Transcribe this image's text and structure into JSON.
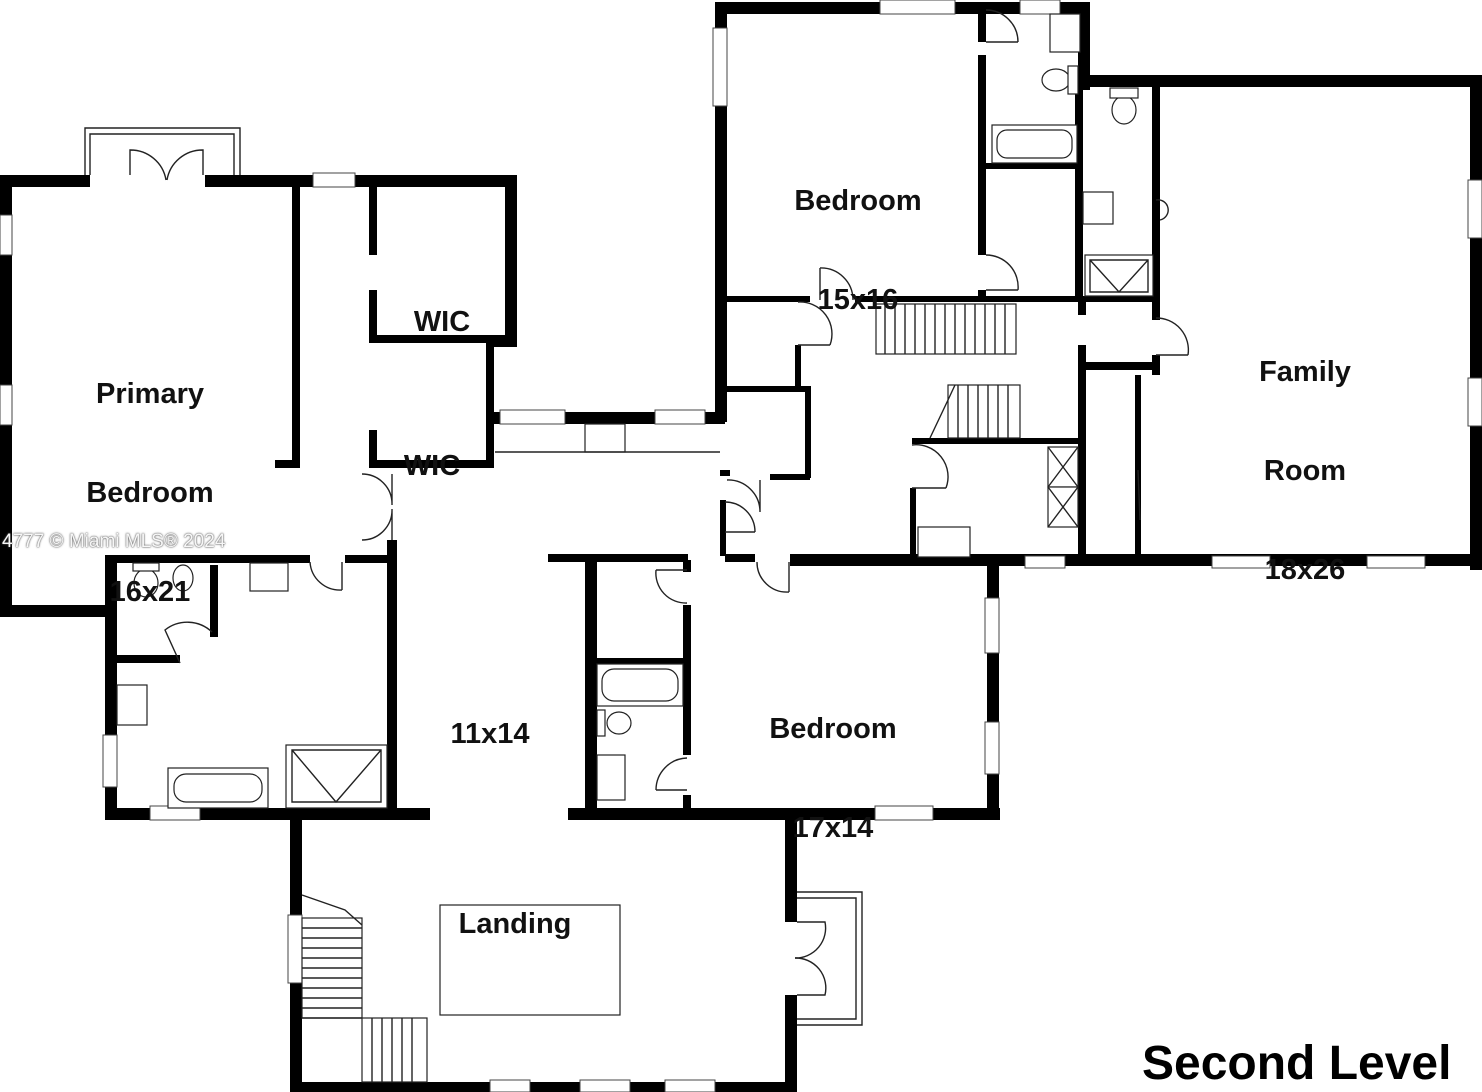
{
  "plan": {
    "title": "Second Level",
    "watermark": "4777 © Miami MLS® 2024",
    "rooms": [
      {
        "id": "primary-bedroom",
        "name": "Primary Bedroom",
        "lines": [
          "Primary",
          "Bedroom",
          "16x21"
        ]
      },
      {
        "id": "wic-1",
        "name": "WIC",
        "lines": [
          "WIC"
        ]
      },
      {
        "id": "wic-2",
        "name": "WIC",
        "lines": [
          "WIC"
        ]
      },
      {
        "id": "bedroom-1",
        "name": "Bedroom",
        "lines": [
          "Bedroom",
          "15x16"
        ]
      },
      {
        "id": "family-room",
        "name": "Family Room",
        "lines": [
          "Family",
          "Room",
          "18x26"
        ]
      },
      {
        "id": "bedroom-2",
        "name": "Bedroom",
        "lines": [
          "Bedroom",
          "17x14"
        ]
      },
      {
        "id": "hall",
        "name": "11x14",
        "lines": [
          "11x14"
        ]
      },
      {
        "id": "landing",
        "name": "Landing",
        "lines": [
          "Landing"
        ]
      }
    ]
  }
}
